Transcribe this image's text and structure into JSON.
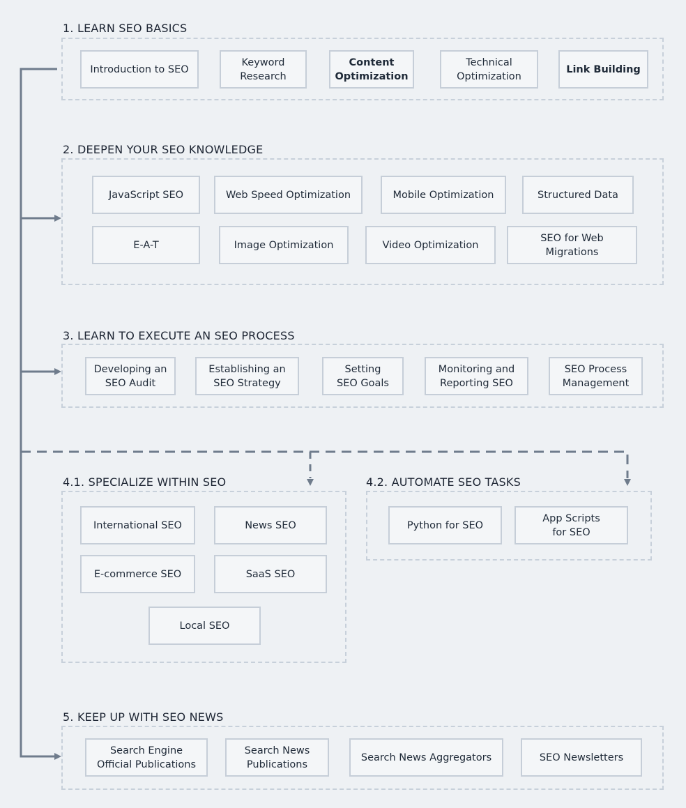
{
  "section1": {
    "title": "1. LEARN SEO BASICS",
    "items": [
      "Introduction to SEO",
      "Keyword\nResearch",
      "Content\nOptimization",
      "Technical\nOptimization",
      "Link Building"
    ]
  },
  "section2": {
    "title": "2. DEEPEN YOUR SEO KNOWLEDGE",
    "items": [
      "JavaScript SEO",
      "Web Speed Optimization",
      "Mobile Optimization",
      "Structured Data",
      "E-A-T",
      "Image Optimization",
      "Video Optimization",
      "SEO for Web\nMigrations"
    ]
  },
  "section3": {
    "title": "3. LEARN TO EXECUTE AN SEO PROCESS",
    "items": [
      "Developing an\nSEO Audit",
      "Establishing an\nSEO Strategy",
      "Setting\nSEO Goals",
      "Monitoring and\nReporting SEO",
      "SEO Process\nManagement"
    ]
  },
  "section41": {
    "title": "4.1. SPECIALIZE WITHIN SEO",
    "items": [
      "International SEO",
      "News SEO",
      "E-commerce SEO",
      "SaaS SEO",
      "Local SEO"
    ]
  },
  "section42": {
    "title": "4.2. AUTOMATE SEO TASKS",
    "items": [
      "Python for SEO",
      "App Scripts\nfor SEO"
    ]
  },
  "section5": {
    "title": "5. KEEP UP WITH SEO NEWS",
    "items": [
      "Search Engine\nOfficial Publications",
      "Search News\nPublications",
      "Search News Aggregators",
      "SEO Newsletters"
    ]
  },
  "colors": {
    "background": "#eef1f4",
    "connector": "#6f7c8c",
    "box_border": "#c6ced8",
    "section_border": "#c7d0da"
  }
}
